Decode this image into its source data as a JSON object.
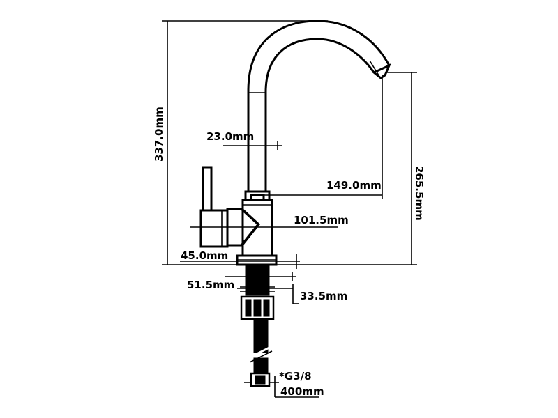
{
  "dimensions": {
    "total_height": "337.0mm",
    "spout_diameter": "23.0mm",
    "spout_reach": "149.0mm",
    "spout_height": "265.5mm",
    "handle_reach": "101.5mm",
    "base_diameter": "45.0mm",
    "flange_diameter": "51.5mm",
    "shank_diameter": "33.5mm",
    "thread": "*G3/8",
    "hose_length": "400mm"
  }
}
